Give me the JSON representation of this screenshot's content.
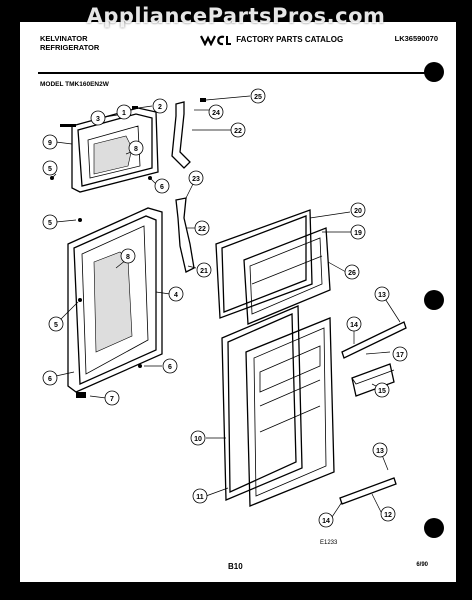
{
  "watermark": "AppliancePartsPros.com",
  "header": {
    "brand": "KELVINATOR",
    "product": "REFRIGERATOR",
    "catalog_title": "FACTORY PARTS CATALOG",
    "catalog_number": "LK36590070",
    "model": "MODEL TMK160EN2W"
  },
  "footer": {
    "page": "B10",
    "date": "6/90",
    "figure": "E1233"
  },
  "callouts": [
    "1",
    "2",
    "3",
    "4",
    "5",
    "5",
    "5",
    "6",
    "6",
    "6",
    "7",
    "8",
    "8",
    "9",
    "10",
    "11",
    "12",
    "13",
    "13",
    "14",
    "14",
    "15",
    "17",
    "19",
    "20",
    "21",
    "22",
    "22",
    "23",
    "24",
    "25",
    "26"
  ]
}
